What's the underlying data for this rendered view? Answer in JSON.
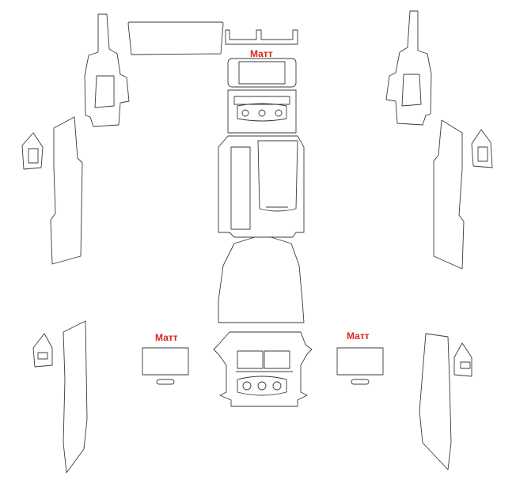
{
  "labels": {
    "top_center": "Матт",
    "left_screen": "Матт",
    "right_screen": "Матт"
  },
  "colors": {
    "outline": "#3a3a3a",
    "label": "#d9251d",
    "background": "#ffffff"
  }
}
